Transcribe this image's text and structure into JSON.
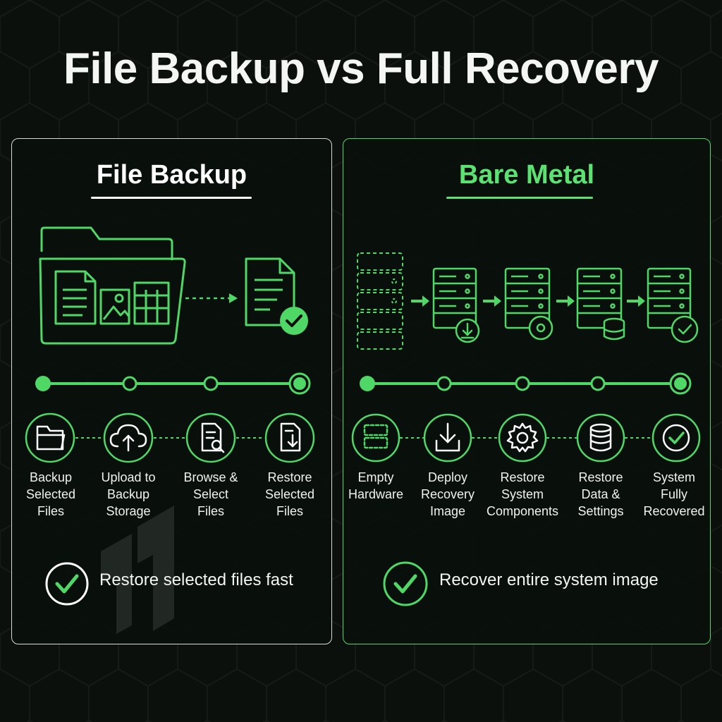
{
  "title": "File Backup vs Full Recovery",
  "colors": {
    "accent": "#5be273",
    "background": "#0c100d",
    "text": "#ffffff"
  },
  "left_panel": {
    "title": "File Backup",
    "steps": [
      {
        "label": "Backup\nSelected\nFiles",
        "icon": "folder-icon"
      },
      {
        "label": "Upload to\nBackup\nStorage",
        "icon": "cloud-upload-icon"
      },
      {
        "label": "Browse &\nSelect\nFiles",
        "icon": "file-search-icon"
      },
      {
        "label": "Restore\nSelected\nFiles",
        "icon": "file-restore-icon"
      }
    ],
    "summary": "Restore selected files fast"
  },
  "right_panel": {
    "title": "Bare Metal",
    "steps": [
      {
        "label": "Empty\nHardware",
        "icon": "empty-hardware-icon"
      },
      {
        "label": "Deploy\nRecovery\nImage",
        "icon": "download-icon"
      },
      {
        "label": "Restore\nSystem\nComponents",
        "icon": "gear-icon"
      },
      {
        "label": "Restore\nData &\nSettings",
        "icon": "database-icon"
      },
      {
        "label": "System\nFully\nRecovered",
        "icon": "check-icon"
      }
    ],
    "summary": "Recover entire system image"
  }
}
